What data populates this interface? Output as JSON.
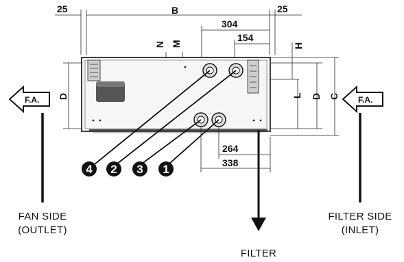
{
  "dimensions": {
    "left_offset": "25",
    "width_B": "B",
    "right_offset": "25",
    "d304": "304",
    "d154": "154",
    "d264": "264",
    "d338": "338",
    "N": "N",
    "M": "M",
    "H": "H",
    "L": "L",
    "D_right": "D",
    "C": "C",
    "D_left": "D"
  },
  "flow": {
    "left_arrow_label": "F.A.",
    "right_arrow_label": "F.A."
  },
  "connections": [
    "4",
    "2",
    "3",
    "1"
  ],
  "labels": {
    "fan_side_line1": "FAN SIDE",
    "fan_side_line2": "(OUTLET)",
    "filter": "FILTER",
    "filter_side_line1": "FILTER SIDE",
    "filter_side_line2": "(INLET)"
  }
}
